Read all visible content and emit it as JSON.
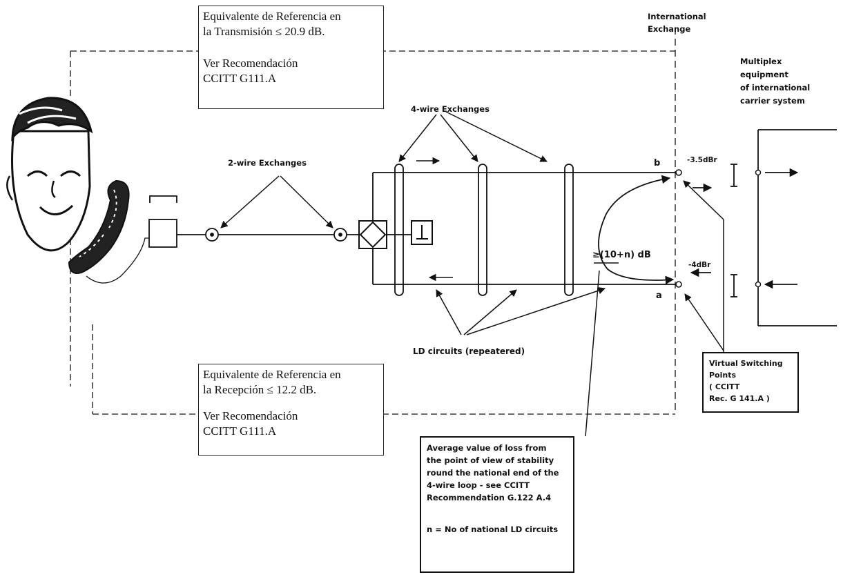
{
  "transmission_box": {
    "line1": "Equivalente de Referencia en",
    "line2": "la Transmisión ≤ 20.9 dB.",
    "line3": "Ver Recomendación",
    "line4": "CCITT G111.A"
  },
  "reception_box": {
    "line1": "Equivalente de Referencia en",
    "line2": "la Recepción ≤ 12.2 dB.",
    "line3": "Ver Recomendación",
    "line4": "CCITT G111.A"
  },
  "labels": {
    "international_exchange_1": "International",
    "international_exchange_2": "Exchange",
    "multiplex_1": "Multiplex",
    "multiplex_2": "equipment",
    "multiplex_3": "of international",
    "multiplex_4": "carrier system",
    "four_wire": "4-wire Exchanges",
    "two_wire": "2-wire Exchanges",
    "ld_circuits": "LD circuits (repeatered)",
    "point_b": "b",
    "point_a": "a",
    "level_b": "-3.5dBr",
    "level_a": "-4dBr",
    "stability_loss": "≥(10+n) dB"
  },
  "virtual_box": {
    "line1": "Virtual Switching",
    "line2": "Points",
    "line3": "( CCITT",
    "line4": "Rec. G 141.A )"
  },
  "average_note": {
    "line1": "Average value of loss from",
    "line2": "the point of view of stability",
    "line3": "round the national end of the",
    "line4": "4-wire loop - see CCITT",
    "line5": "Recommendation G.122 A.4",
    "line6": "n = No of national LD circuits"
  }
}
